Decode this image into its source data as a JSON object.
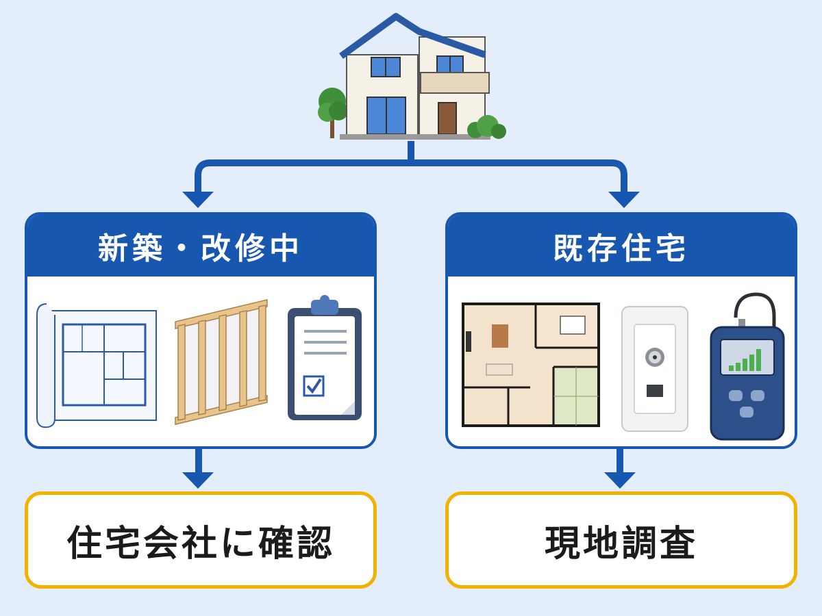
{
  "flow": {
    "root": {
      "icon": "house-icon"
    },
    "branches": [
      {
        "heading": "新築・改修中",
        "icons": [
          "floor-plan-blueprint-icon",
          "wood-wall-frame-icon",
          "checklist-clipboard-icon"
        ],
        "result": "住宅会社に確認"
      },
      {
        "heading": "既存住宅",
        "icons": [
          "room-layout-plan-icon",
          "tv-antenna-wall-outlet-icon",
          "signal-level-meter-icon"
        ],
        "result": "現地調査"
      }
    ]
  },
  "colors": {
    "background": "#e4eefa",
    "primary_blue": "#1857b0",
    "result_border": "#f2b200",
    "text_dark": "#1b1b1b"
  }
}
